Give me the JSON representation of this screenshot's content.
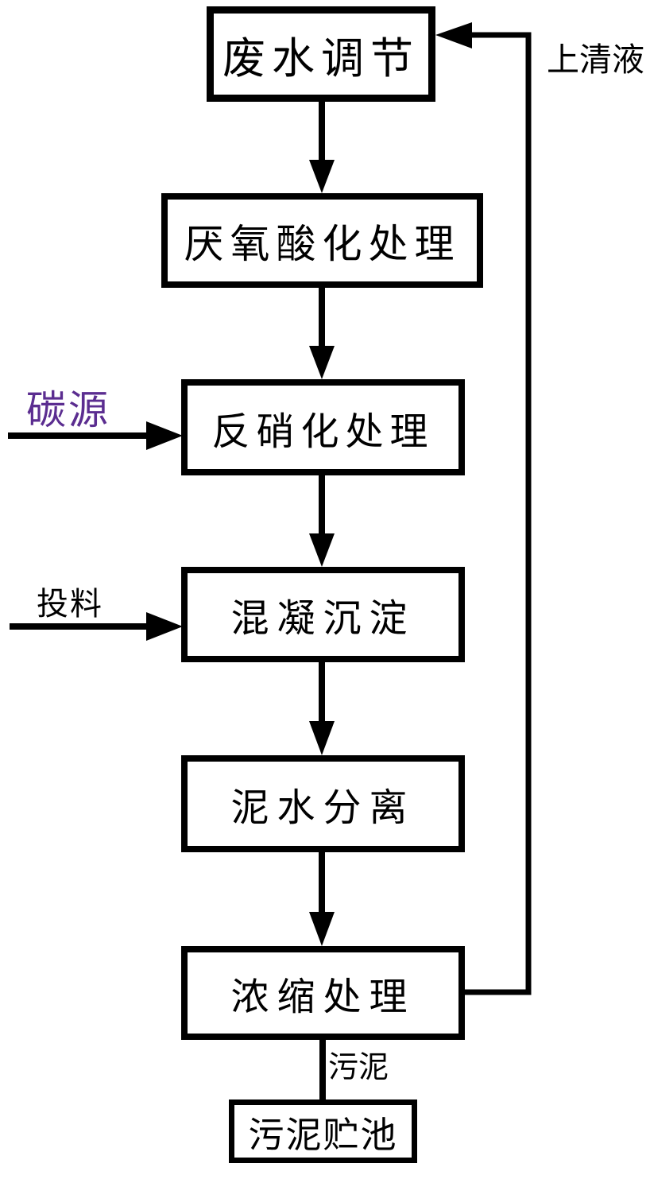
{
  "diagram": {
    "title": "wastewater-treatment-process-flowchart",
    "background_color": "#ffffff",
    "line_color": "#000000",
    "accent_color": "#5b2d90",
    "nodes": [
      {
        "id": "wastewater-regulation",
        "label": "废水调节"
      },
      {
        "id": "anaerobic-acidification",
        "label": "厌氧酸化处理"
      },
      {
        "id": "denitrification",
        "label": "反硝化处理"
      },
      {
        "id": "coagulation-sedimentation",
        "label": "混凝沉淀"
      },
      {
        "id": "mud-water-separation",
        "label": "泥水分离"
      },
      {
        "id": "concentration-treatment",
        "label": "浓缩处理"
      },
      {
        "id": "sludge-storage-pool",
        "label": "污泥贮池"
      }
    ],
    "edge_labels": {
      "supernatant": "上清液",
      "carbon_source": "碳源",
      "feeding": "投料",
      "sludge": "污泥"
    }
  }
}
